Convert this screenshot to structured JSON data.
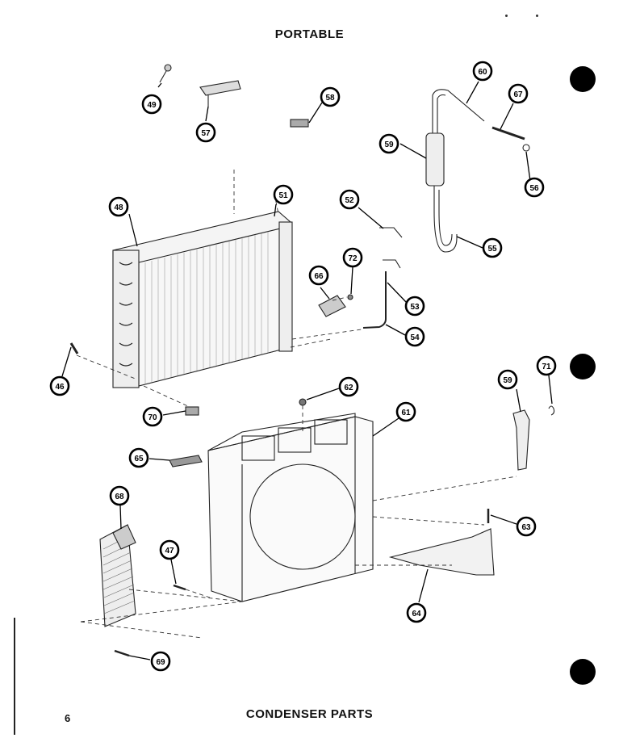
{
  "header": {
    "title": "PORTABLE"
  },
  "footer": {
    "caption": "CONDENSER PARTS",
    "page_number": "6"
  },
  "callouts": [
    "49",
    "57",
    "58",
    "60",
    "67",
    "59",
    "56",
    "48",
    "51",
    "52",
    "55",
    "66",
    "72",
    "53",
    "54",
    "46",
    "70",
    "62",
    "61",
    "59",
    "71",
    "65",
    "68",
    "47",
    "63",
    "64",
    "69"
  ]
}
